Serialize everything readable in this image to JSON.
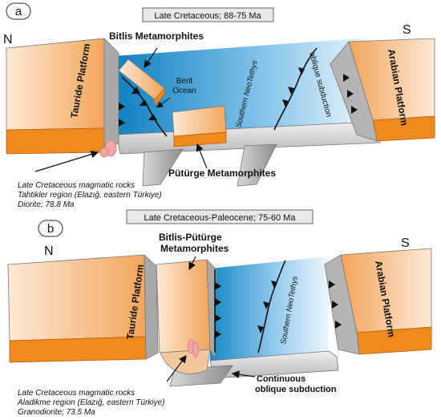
{
  "panel_a": {
    "letter": "a",
    "title": "Late Cretaceous; 88-75 Ma",
    "north": "N",
    "south": "S",
    "tauride": "Tauride Platform",
    "arabian": "Arabian Platform",
    "bitlis": "Bitlis Metamorphites",
    "ocean_line1": "Berit",
    "ocean_line2": "Ocean",
    "neotethys": "Southern NeoTethys",
    "oblique": "oblique subduction",
    "puturge": "Pütürge Metamorphites",
    "magmatic": [
      "Late Cretaceous magmatic rocks",
      "Tahtikler region (Elazığ, eastern Türkiye)",
      "Diorite; 78.8 Ma"
    ]
  },
  "panel_b": {
    "letter": "b",
    "title": "Late Cretaceous-Paleocene; 75-60 Ma",
    "north": "N",
    "south": "S",
    "tauride": "Tauride Platform",
    "arabian": "Arabian Platform",
    "bitlis_line1": "Bitlis-Pütürge",
    "bitlis_line2": "Metamorphites",
    "neotethys": "Southern NeoTethys",
    "continuous_line1": "Continuous",
    "continuous_line2": "oblique subduction",
    "magmatic": [
      "Late Cretaceous magmatic rocks",
      "Aladikme region (Elazığ, eastern Türkiye)",
      "Granodiorite; 73.5 Ma"
    ]
  },
  "colors": {
    "platform_light": "#fde9d6",
    "platform_orange": "#f08a1c",
    "ocean_dark": "#1689c6",
    "ocean_light": "#dcecf8",
    "crust_grey": "#9e9e9e",
    "magma_pink": "#f2a5a5"
  }
}
